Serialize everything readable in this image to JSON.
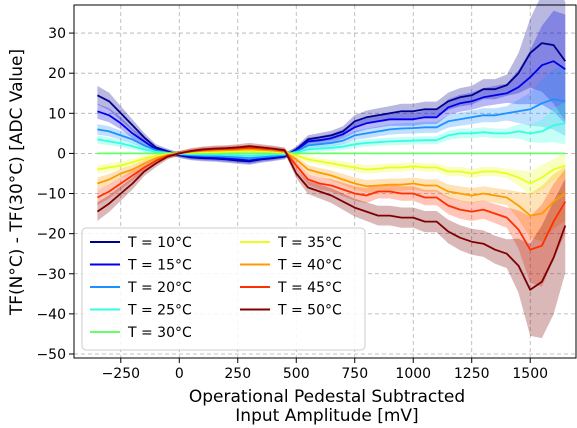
{
  "chart_data": {
    "type": "line",
    "xlabel_line1": "Operational Pedestal Subtracted",
    "xlabel_line2": "Input Amplitude [mV]",
    "ylabel": "TF(N°C) - TF(30°C) [ADC Value]",
    "xlim": [
      -450,
      1700
    ],
    "ylim": [
      -51,
      37
    ],
    "xticks": [
      -250,
      0,
      250,
      500,
      750,
      1000,
      1250,
      1500
    ],
    "xtick_labels": [
      "−250",
      "0",
      "250",
      "500",
      "750",
      "1000",
      "1250",
      "1500"
    ],
    "yticks": [
      -50,
      -40,
      -30,
      -20,
      -10,
      0,
      10,
      20,
      30
    ],
    "ytick_labels": [
      "−50",
      "−40",
      "−30",
      "−20",
      "−10",
      "0",
      "10",
      "20",
      "30"
    ],
    "grid": true,
    "legend_placement": "lower-left",
    "x": [
      -350,
      -300,
      -250,
      -200,
      -150,
      -100,
      -50,
      0,
      50,
      100,
      150,
      200,
      250,
      300,
      350,
      400,
      450,
      500,
      550,
      600,
      650,
      700,
      750,
      800,
      850,
      900,
      950,
      1000,
      1050,
      1100,
      1150,
      1200,
      1250,
      1300,
      1350,
      1400,
      1450,
      1500,
      1550,
      1600,
      1650
    ],
    "series": [
      {
        "name": "T = 10°C",
        "color": "#00008f",
        "values": [
          14.5,
          13,
          10,
          7,
          4,
          1.5,
          0.5,
          -0.5,
          -1,
          -1.2,
          -1.3,
          -1.5,
          -1.8,
          -2,
          -1.5,
          -1.2,
          -0.8,
          1,
          3.5,
          4,
          4.5,
          5.5,
          8,
          9,
          9.5,
          10,
          10.5,
          10.5,
          11,
          11,
          13,
          14,
          14.5,
          16,
          16,
          17,
          20,
          25,
          27.5,
          27,
          23
        ]
      },
      {
        "name": "T = 15°C",
        "color": "#0000e8",
        "values": [
          10.5,
          9.5,
          7.5,
          5,
          3,
          1,
          0.3,
          -0.3,
          -0.8,
          -1,
          -1.1,
          -1.3,
          -1.5,
          -1.8,
          -1.3,
          -1,
          -0.6,
          0.8,
          3,
          3.3,
          3.8,
          4.8,
          6.5,
          7.5,
          8,
          8.5,
          8.5,
          8.5,
          9,
          9,
          11.5,
          12.5,
          13,
          14,
          14.5,
          15,
          16.5,
          19,
          22,
          23,
          21
        ]
      },
      {
        "name": "T = 20°C",
        "color": "#1e90ff",
        "values": [
          6,
          5.5,
          4.5,
          3.5,
          2,
          0.8,
          0.2,
          -0.2,
          -0.5,
          -0.6,
          -0.7,
          -0.8,
          -1,
          -1.2,
          -1,
          -0.7,
          -0.4,
          0.5,
          2,
          2.3,
          2.6,
          3.2,
          4.5,
          5,
          5.5,
          6,
          6.2,
          6.3,
          6.5,
          6.5,
          8,
          8.5,
          9,
          9.5,
          9.5,
          10,
          10.5,
          11,
          12.5,
          13.5,
          13
        ]
      },
      {
        "name": "T = 25°C",
        "color": "#33ffe0",
        "values": [
          3.5,
          3,
          2.5,
          1.8,
          1,
          0.4,
          0.1,
          -0.1,
          -0.2,
          -0.3,
          -0.3,
          -0.4,
          -0.5,
          -0.6,
          -0.5,
          -0.3,
          -0.2,
          0.3,
          1,
          1.2,
          1.4,
          1.7,
          2.3,
          2.6,
          2.8,
          3,
          3.1,
          3.2,
          3.3,
          3.3,
          4.5,
          5,
          5,
          5.3,
          5,
          5,
          5.5,
          5,
          5.5,
          7,
          7.5
        ]
      },
      {
        "name": "T = 30°C",
        "color": "#66ff66",
        "values": [
          0,
          0,
          0,
          0,
          0,
          0,
          0,
          0,
          0,
          0,
          0,
          0,
          0,
          0,
          0,
          0,
          0,
          0,
          0,
          0,
          0,
          0,
          0,
          0,
          0,
          0,
          0,
          0,
          0,
          0,
          0,
          0,
          0,
          0,
          0,
          0,
          0,
          0,
          0,
          0,
          0
        ]
      },
      {
        "name": "T = 35°C",
        "color": "#e8ff1e",
        "values": [
          -4,
          -3.5,
          -3,
          -2.2,
          -1.3,
          -0.6,
          -0.2,
          0,
          0.2,
          0.3,
          0.3,
          0.4,
          0.5,
          0.6,
          0.5,
          0.4,
          0.2,
          -0.5,
          -1.5,
          -2,
          -2.5,
          -3,
          -3.5,
          -4,
          -3.8,
          -3.5,
          -3.5,
          -3.2,
          -3.5,
          -3.5,
          -4.5,
          -4.5,
          -5,
          -4.5,
          -4.5,
          -5,
          -6,
          -7.5,
          -6,
          -4,
          -3
        ]
      },
      {
        "name": "T = 40°C",
        "color": "#ff9a00",
        "values": [
          -7.5,
          -6.5,
          -5,
          -4,
          -2.5,
          -1.2,
          -0.4,
          0,
          0.4,
          0.6,
          0.7,
          0.8,
          0.9,
          1,
          0.9,
          0.7,
          0.4,
          -1.5,
          -4,
          -4.8,
          -5.5,
          -6.5,
          -7.5,
          -8.2,
          -8,
          -7.8,
          -7.8,
          -7.5,
          -8,
          -8,
          -9.5,
          -10,
          -10.5,
          -10,
          -10.5,
          -11,
          -13,
          -15.5,
          -15,
          -12,
          -10
        ]
      },
      {
        "name": "T = 45°C",
        "color": "#ff3000",
        "values": [
          -11,
          -9.5,
          -7.5,
          -5.5,
          -3.5,
          -1.8,
          -0.6,
          0,
          0.5,
          0.8,
          1,
          1.1,
          1.2,
          1.4,
          1.2,
          1,
          0.6,
          -3,
          -6.5,
          -7.5,
          -8,
          -9,
          -10,
          -10.5,
          -9.5,
          -9.5,
          -10,
          -10,
          -11,
          -11,
          -13,
          -14,
          -14.5,
          -14,
          -15,
          -16,
          -19,
          -24,
          -23,
          -17,
          -12
        ]
      },
      {
        "name": "T = 50°C",
        "color": "#7f0000",
        "values": [
          -14.5,
          -12.5,
          -10,
          -7.5,
          -4.5,
          -2.5,
          -0.8,
          0,
          0.6,
          1,
          1.2,
          1.3,
          1.5,
          1.8,
          1.5,
          1.2,
          0.8,
          -5,
          -8.5,
          -9.5,
          -10.5,
          -12,
          -13.5,
          -14.5,
          -15.5,
          -15.5,
          -16,
          -16,
          -17,
          -17,
          -19.5,
          -21,
          -22,
          -22.5,
          -24,
          -25,
          -28,
          -34,
          -32,
          -26,
          -18
        ]
      }
    ]
  }
}
